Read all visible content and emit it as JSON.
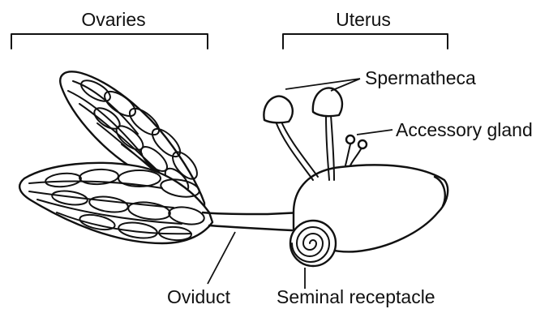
{
  "labels": {
    "ovaries": "Ovaries",
    "uterus": "Uterus",
    "spermatheca": "Spermatheca",
    "accessory_gland": "Accessory gland",
    "oviduct": "Oviduct",
    "seminal_receptacle": "Seminal receptacle"
  },
  "colors": {
    "ink": "#111111",
    "background": "#ffffff"
  }
}
